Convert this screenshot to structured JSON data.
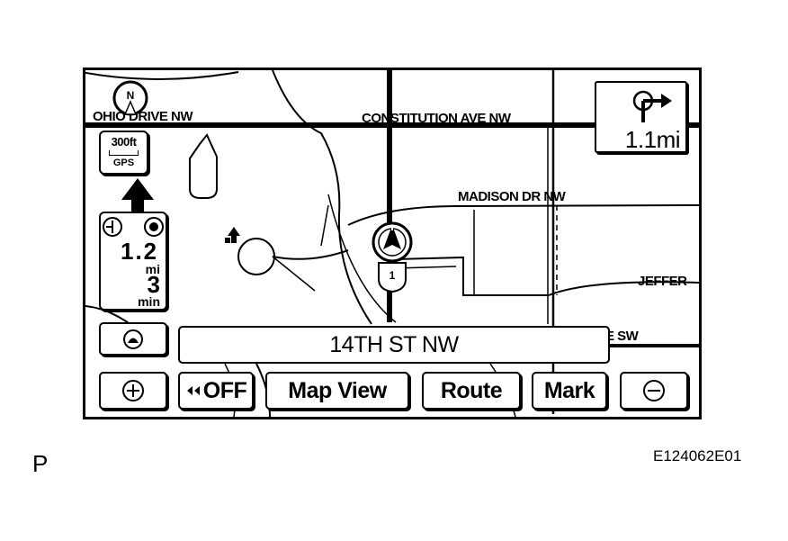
{
  "map": {
    "streets": {
      "ohio": "OHIO DRIVE NW",
      "constitution": "CONSTITUTION AVE NW",
      "madison": "MADISON DR NW",
      "jefferson": "JEFFER",
      "independence": "E SW"
    },
    "scale": {
      "distance": "300ft",
      "mode": "GPS"
    },
    "compass": {
      "label": "N"
    },
    "route_marker": {
      "shield_number": "1"
    }
  },
  "next_turn": {
    "distance": "1.1mi"
  },
  "trip_info": {
    "distance_value": "1.2",
    "distance_unit": "mi",
    "time_value": "3",
    "time_unit": "min"
  },
  "current_street": "14TH ST NW",
  "buttons": {
    "off_label": "OFF",
    "map_view_label": "Map View",
    "route_label": "Route",
    "mark_label": "Mark"
  },
  "footer": {
    "left_code": "P",
    "figure_id": "E124062E01"
  }
}
